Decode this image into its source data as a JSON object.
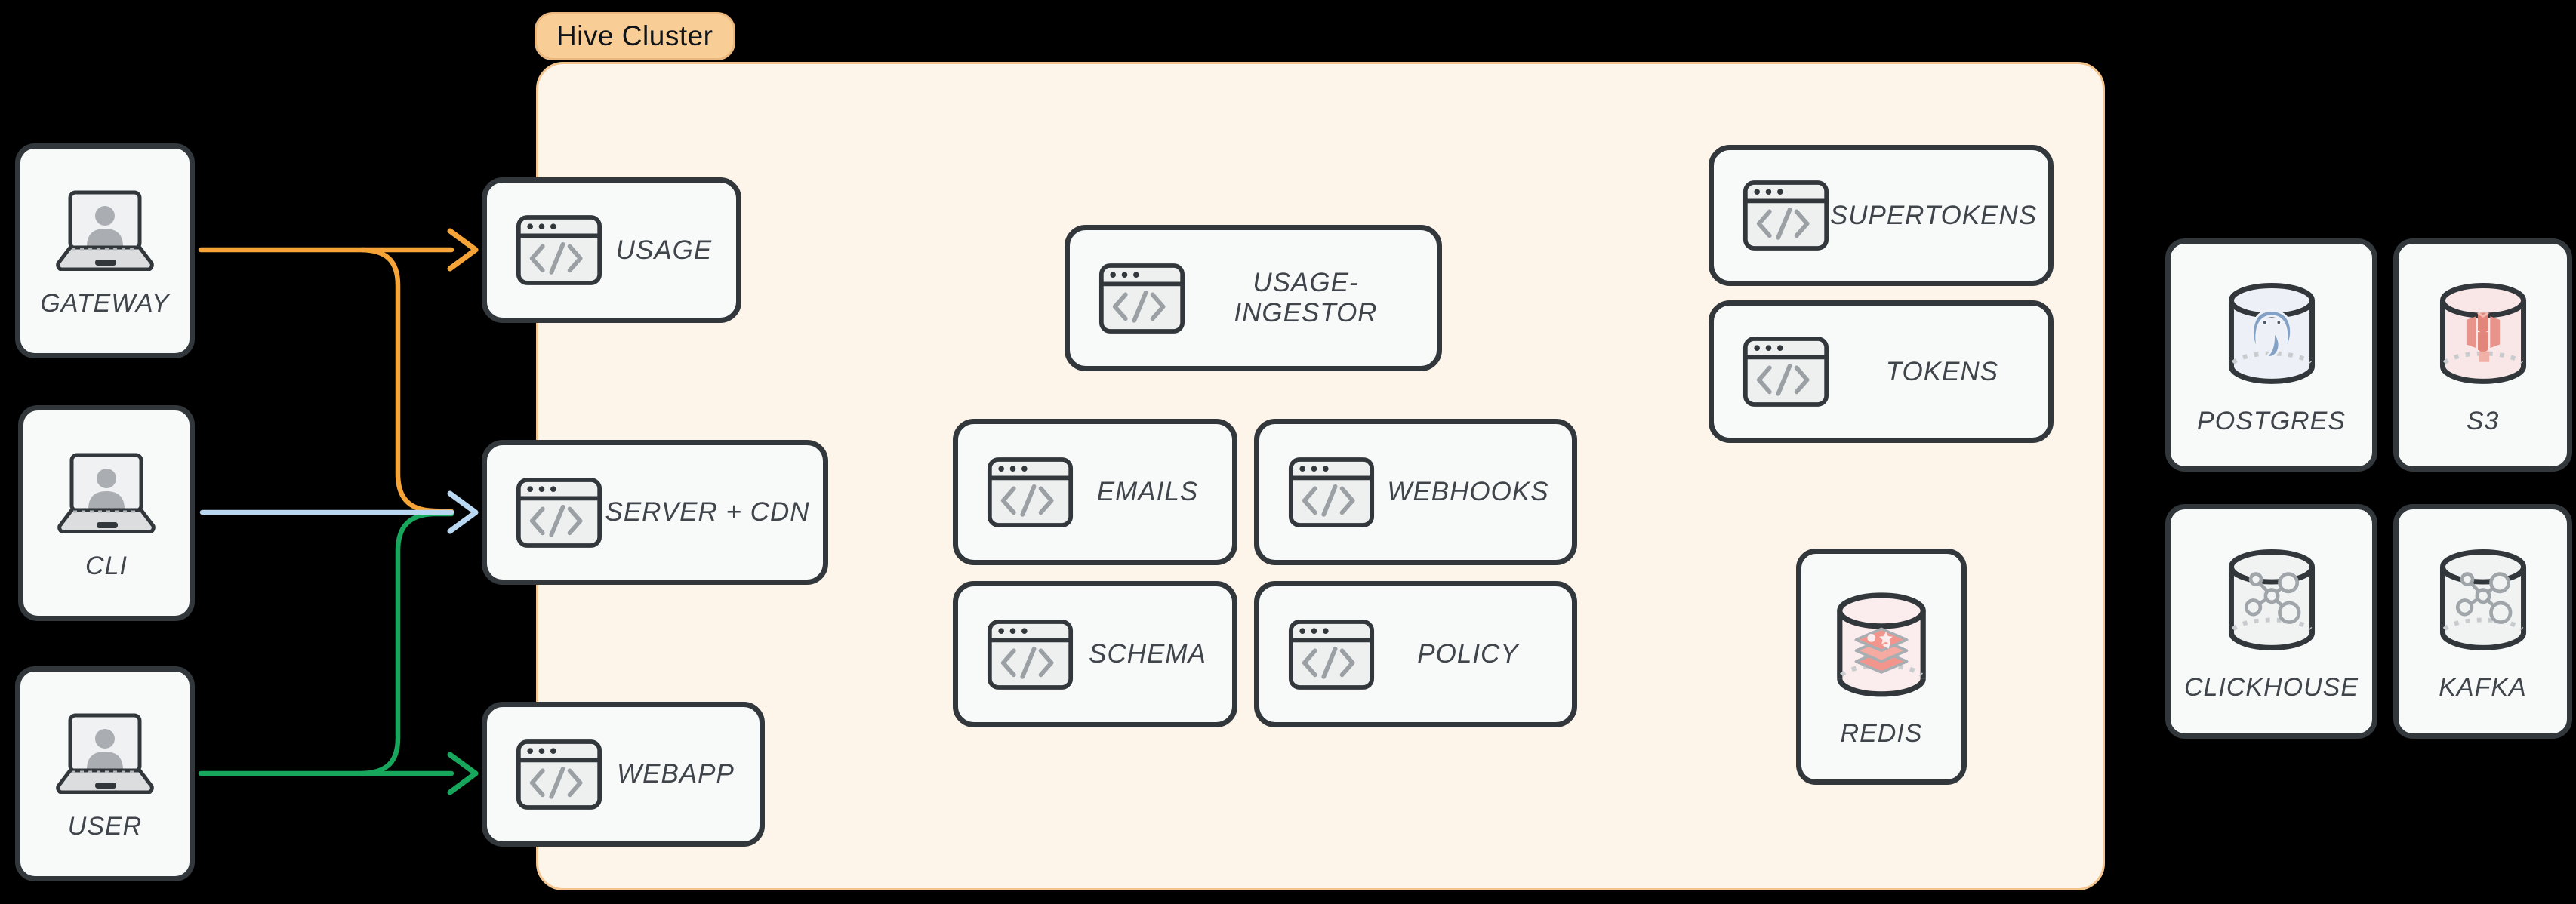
{
  "diagram": {
    "title_badge": "Hive Cluster",
    "nodes": {
      "gateway": {
        "label": "GATEWAY",
        "icon": "laptop-user-icon"
      },
      "cli": {
        "label": "CLI",
        "icon": "laptop-user-icon"
      },
      "user": {
        "label": "USER",
        "icon": "laptop-user-icon"
      },
      "usage": {
        "label": "USAGE",
        "icon": "code-window-icon"
      },
      "server_cdn": {
        "label": "SERVER + CDN",
        "icon": "code-window-icon"
      },
      "webapp": {
        "label": "WEBAPP",
        "icon": "code-window-icon"
      },
      "usage_ingestor": {
        "label": "USAGE-INGESTOR",
        "icon": "code-window-icon"
      },
      "emails": {
        "label": "EMAILS",
        "icon": "code-window-icon"
      },
      "webhooks": {
        "label": "WEBHOOKS",
        "icon": "code-window-icon"
      },
      "schema": {
        "label": "SCHEMA",
        "icon": "code-window-icon"
      },
      "policy": {
        "label": "POLICY",
        "icon": "code-window-icon"
      },
      "supertokens": {
        "label": "SUPERTOKENS",
        "icon": "code-window-icon"
      },
      "tokens": {
        "label": "TOKENS",
        "icon": "code-window-icon"
      },
      "redis": {
        "label": "REDIS",
        "icon": "redis-database-icon"
      },
      "postgres": {
        "label": "POSTGRES",
        "icon": "postgres-database-icon"
      },
      "s3": {
        "label": "S3",
        "icon": "s3-database-icon"
      },
      "clickhouse": {
        "label": "CLICKHOUSE",
        "icon": "network-database-icon"
      },
      "kafka": {
        "label": "KAFKA",
        "icon": "network-database-icon"
      }
    },
    "edges": [
      {
        "from": "GATEWAY",
        "to": "USAGE",
        "color": "#f6a437"
      },
      {
        "from": "GATEWAY",
        "to": "SERVER + CDN",
        "color": "#f6a437"
      },
      {
        "from": "CLI",
        "to": "SERVER + CDN",
        "color": "#b9d7f1"
      },
      {
        "from": "USER",
        "to": "SERVER + CDN",
        "color": "#16a75c"
      },
      {
        "from": "USER",
        "to": "WEBAPP",
        "color": "#16a75c"
      }
    ],
    "colors": {
      "background": "#000000",
      "cluster_fill": "#fdf4ea",
      "cluster_border": "#f3c48e",
      "badge_fill": "#f8cd96",
      "node_fill": "#f8fafa",
      "node_border": "#32373c",
      "label_text": "#40454b",
      "edge_orange": "#f6a437",
      "edge_blue": "#b9d7f1",
      "edge_green": "#16a75c"
    }
  }
}
